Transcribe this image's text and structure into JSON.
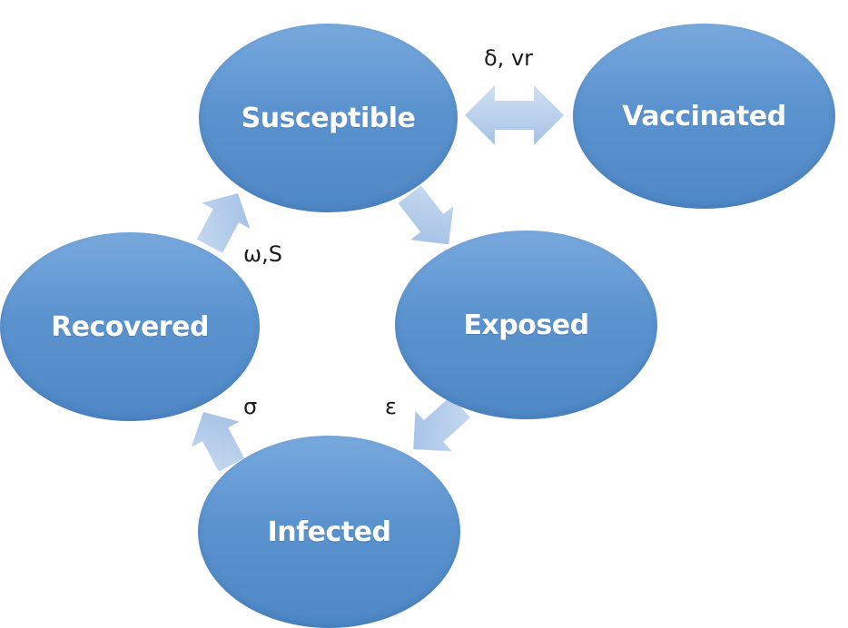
{
  "nodes": {
    "susceptible": "Susceptible",
    "vaccinated": "Vaccinated",
    "recovered": "Recovered",
    "exposed": "Exposed",
    "infected": "Infected"
  },
  "edges": {
    "susceptible_vaccinated": "δ, vr",
    "recovered_susceptible": "ω,S",
    "infected_recovered": "σ",
    "exposed_infected": "ε"
  },
  "colors": {
    "node_fill": "#5b93cf",
    "node_text": "#ffffff",
    "arrow_fill": "#bcd1ec",
    "label_text": "#1a1a1a"
  }
}
